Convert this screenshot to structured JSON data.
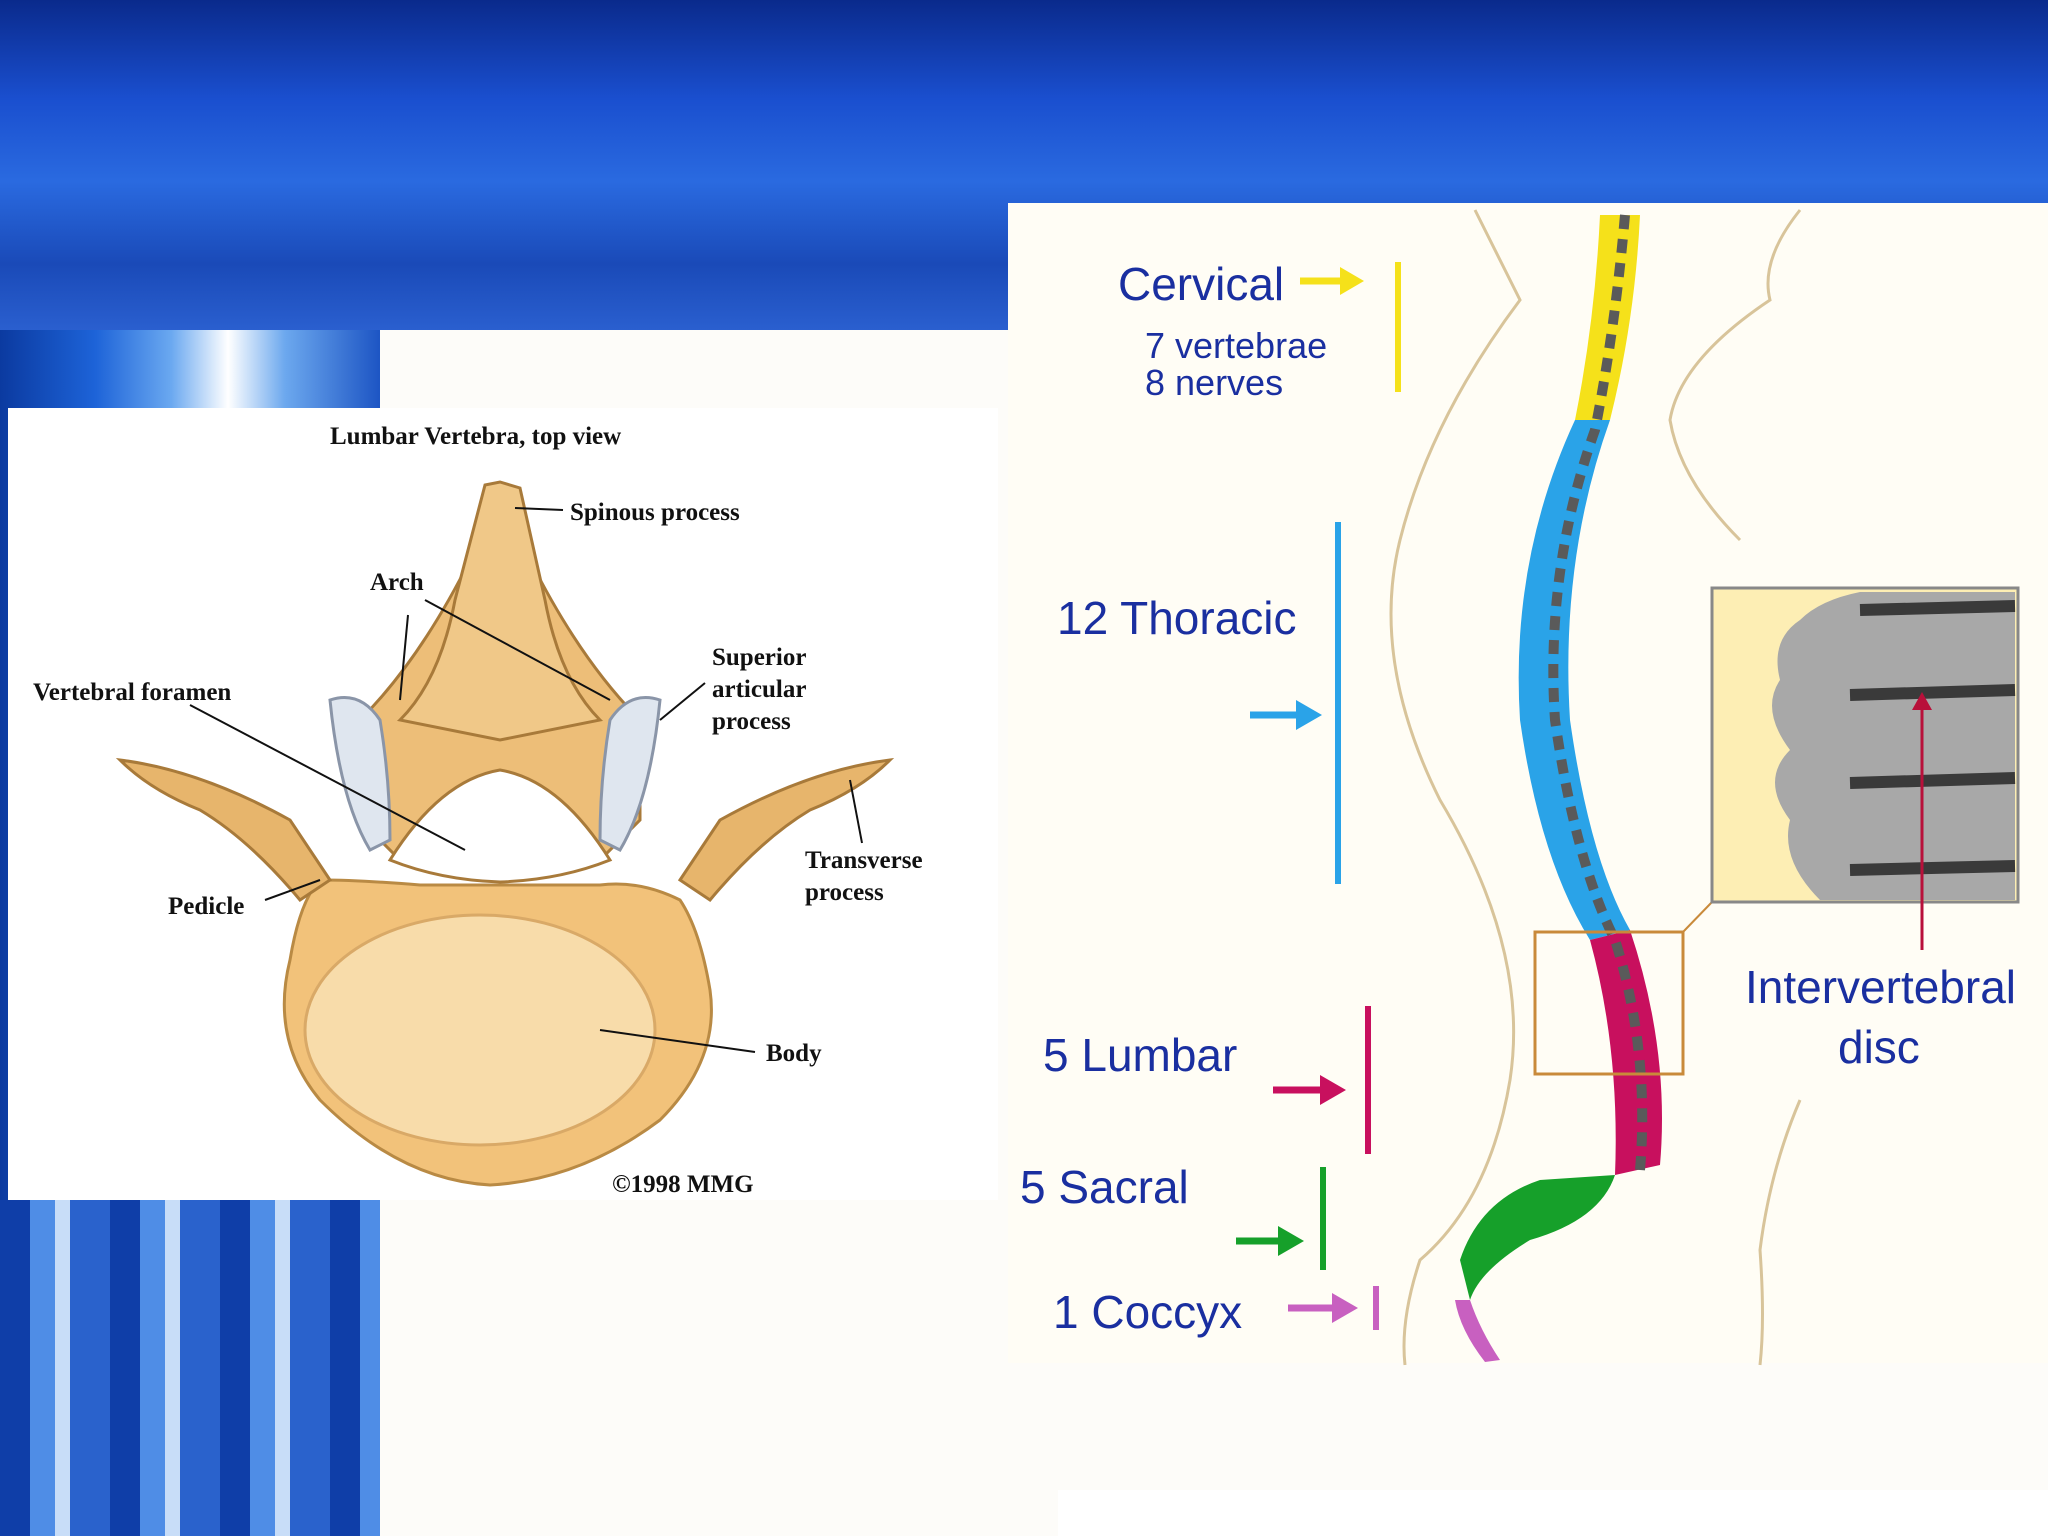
{
  "left_diagram": {
    "title": "Lumbar Vertebra, top view",
    "labels": {
      "spinous_process": "Spinous process",
      "arch": "Arch",
      "superior_articular_1": "Superior",
      "superior_articular_2": "articular",
      "superior_articular_3": "process",
      "vertebral_foramen": "Vertebral foramen",
      "transverse_1": "Transverse",
      "transverse_2": "process",
      "pedicle": "Pedicle",
      "body": "Body"
    },
    "copyright": "©1998 MMG"
  },
  "right_diagram": {
    "regions": {
      "cervical": "Cervical",
      "cervical_vertebrae": "7 vertebrae",
      "cervical_nerves": "8 nerves",
      "thoracic": "12 Thoracic",
      "lumbar": "5 Lumbar",
      "sacral": "5 Sacral",
      "coccyx": "1 Coccyx"
    },
    "inset_label_1": "Intervertebral",
    "inset_label_2": "disc",
    "colors": {
      "cervical": "#f5e11a",
      "thoracic": "#2aa3e8",
      "lumbar": "#c8105e",
      "sacral": "#16a02a",
      "coccyx": "#c860c0",
      "text": "#1a2fa0"
    }
  }
}
